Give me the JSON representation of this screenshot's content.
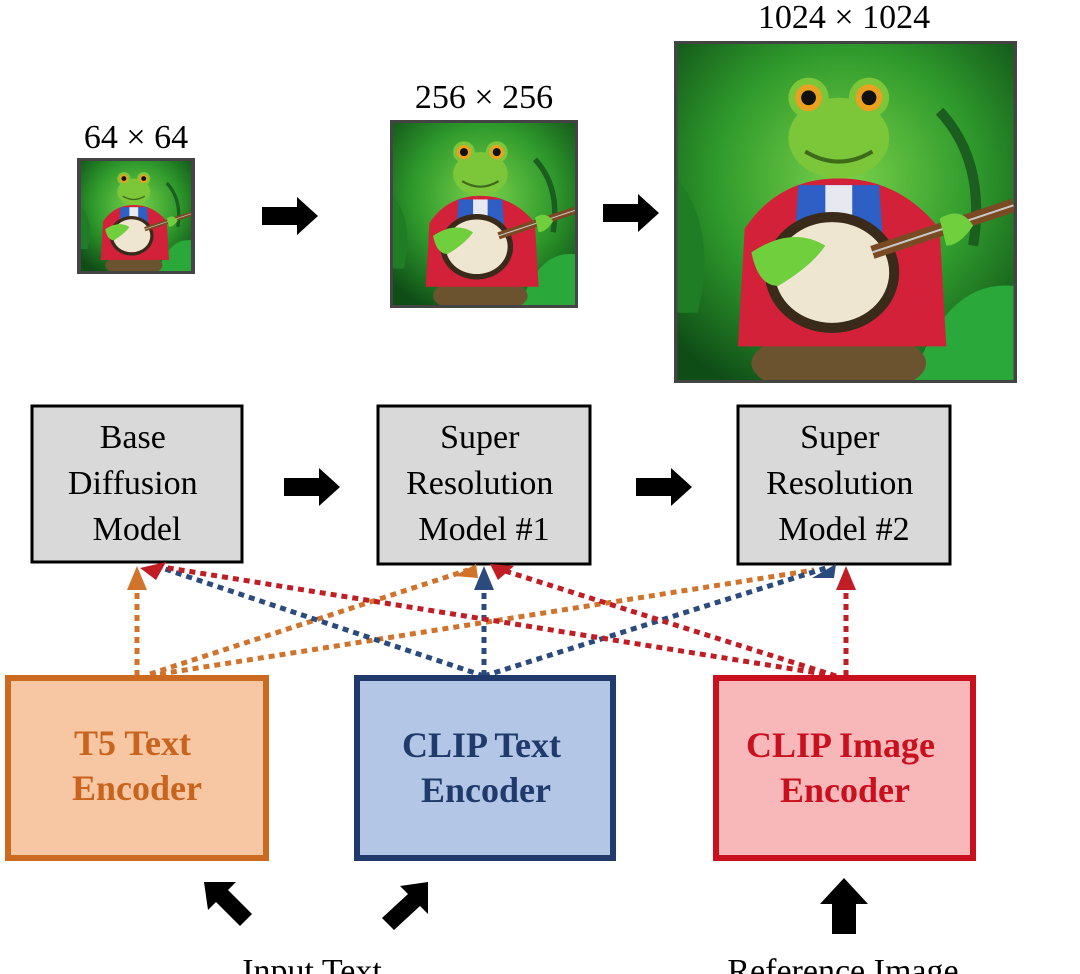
{
  "resolutions": [
    {
      "label": "64 × 64"
    },
    {
      "label": "256 × 256"
    },
    {
      "label": "1024 × 1024"
    }
  ],
  "models": [
    {
      "lines": [
        "Base",
        "Diffusion",
        "Model"
      ]
    },
    {
      "lines": [
        "Super",
        "Resolution",
        "Model #1"
      ]
    },
    {
      "lines": [
        "Super",
        "Resolution",
        "Model #2"
      ]
    }
  ],
  "encoders": [
    {
      "lines": [
        "T5 Text",
        "Encoder"
      ],
      "fill": "#f7c6a3",
      "stroke": "#cc6a21",
      "text_color": "#c8641d"
    },
    {
      "lines": [
        "CLIP Text",
        "Encoder"
      ],
      "fill": "#b3c6e6",
      "stroke": "#1f3a6b",
      "text_color": "#1f3a6b"
    },
    {
      "lines": [
        "CLIP Image",
        "Encoder"
      ],
      "fill": "#f8b7b9",
      "stroke": "#c8101e",
      "text_color": "#c8101e"
    }
  ],
  "inputs": {
    "text": "Input Text",
    "image": "Reference Image"
  },
  "colors": {
    "model_fill": "#d9d9d9",
    "t5_line": "#d0742d",
    "clip_text_line": "#2b4a7d",
    "clip_image_line": "#c01e24",
    "image_border": "#444444"
  }
}
